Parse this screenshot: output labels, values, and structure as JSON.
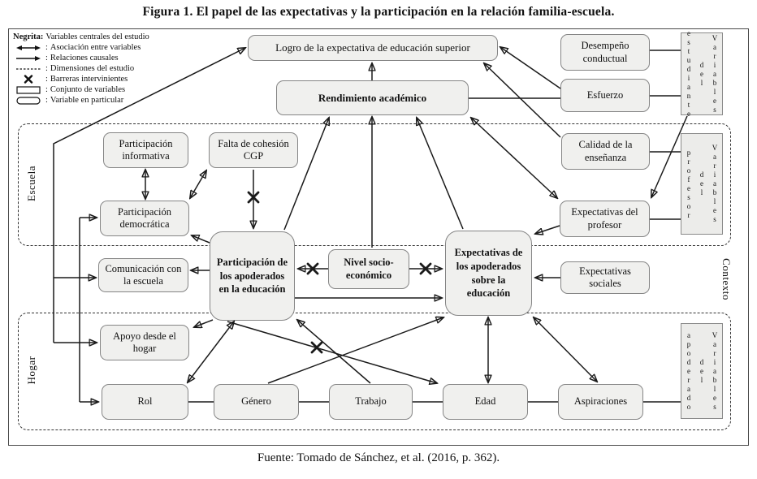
{
  "title": "Figura 1. El papel de las expectativas y la participación en la relación familia-escuela.",
  "caption": "Fuente: Tomado de Sánchez, et al. (2016, p. 362).",
  "legend": {
    "items": [
      {
        "type": "bold-text",
        "prefix": "Negrita:",
        "label": "Variables centrales del estudio"
      },
      {
        "type": "double-arrow",
        "label": "Asociación entre variables"
      },
      {
        "type": "single-arrow",
        "label": "Relaciones causales"
      },
      {
        "type": "dashed-line",
        "label": "Dimensiones del estudio"
      },
      {
        "type": "cross",
        "label": "Barreras intervinientes"
      },
      {
        "type": "rect",
        "label": "Conjunto de variables"
      },
      {
        "type": "rounded-rect",
        "label": "Variable en particular"
      }
    ]
  },
  "regions": {
    "escuela": {
      "label": "Escuela"
    },
    "hogar": {
      "label": "Hogar"
    },
    "contexto": {
      "label": "Contexto"
    }
  },
  "nodes": {
    "logro": {
      "label": "Logro de la expectativa de educación superior"
    },
    "rendimiento": {
      "label": "Rendimiento académico"
    },
    "desempeno": {
      "label": "Desempeño conductual"
    },
    "esfuerzo": {
      "label": "Esfuerzo"
    },
    "part_informativa": {
      "label": "Participación informativa"
    },
    "falta_cohesion": {
      "label": "Falta de cohesión CGP"
    },
    "part_democratica": {
      "label": "Participación democrática"
    },
    "calidad": {
      "label": "Calidad de la enseñanza"
    },
    "exp_profesor": {
      "label": "Expectativas del profesor"
    },
    "part_apoderados": {
      "label": "Participación de los apoderados en la educación"
    },
    "nivel_socioeconomico": {
      "label": "Nivel socio-económico"
    },
    "exp_apoderados": {
      "label": "Expectativas de los apoderados sobre la educación"
    },
    "exp_sociales": {
      "label": "Expectativas sociales"
    },
    "comunicacion": {
      "label": "Comunicación con la escuela"
    },
    "apoyo": {
      "label": "Apoyo desde el hogar"
    },
    "rol": {
      "label": "Rol"
    },
    "genero": {
      "label": "Género"
    },
    "trabajo": {
      "label": "Trabajo"
    },
    "edad": {
      "label": "Edad"
    },
    "aspiraciones": {
      "label": "Aspiraciones"
    },
    "var_estudiante": {
      "lines": [
        "Variables",
        "del",
        "estudiante"
      ]
    },
    "var_profesor": {
      "lines": [
        "Variables",
        "del",
        "profesor"
      ]
    },
    "var_apoderado": {
      "lines": [
        "Variables",
        "del",
        "apoderado"
      ]
    }
  },
  "colors": {
    "box_fill": "#f0f0ee",
    "box_border": "#858585",
    "line": "#1a1a1a",
    "dashed_border": "#333333",
    "outer_border": "#4a4a4a"
  }
}
